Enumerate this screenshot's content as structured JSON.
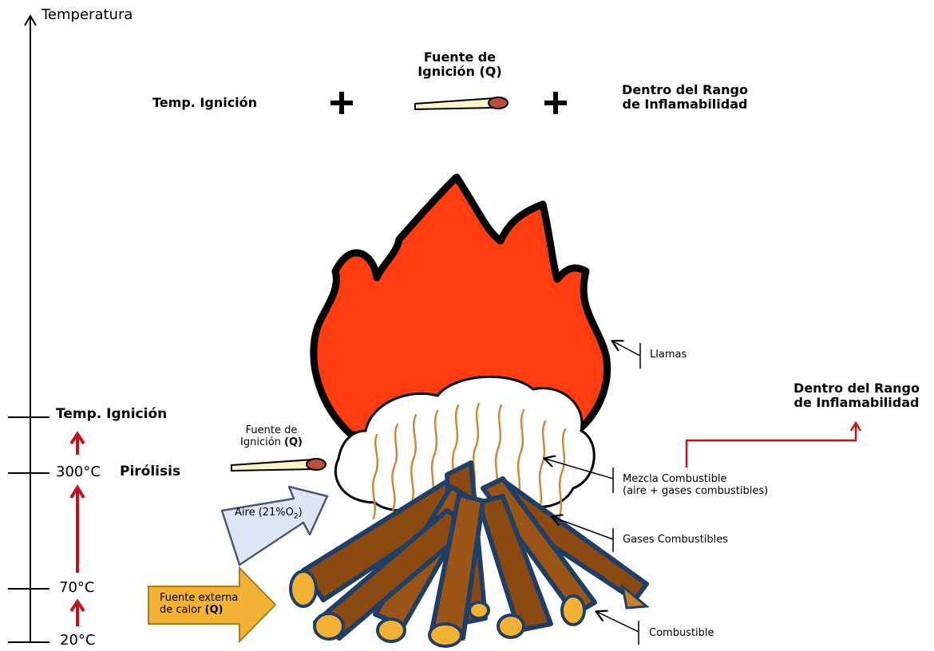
{
  "axis": {
    "title": "Temperatura"
  },
  "ticks": {
    "ignition": "Temp. Ignición",
    "t300": "300°C",
    "t70": "70°C",
    "t20": "20°C"
  },
  "stage": {
    "pyrolysis": "Pirólisis"
  },
  "top_equation": {
    "term1": "Temp. Ignición",
    "plus": "+",
    "source_line1": "Fuente de",
    "source_line2": "Ignición (Q)",
    "range_line1": "Dentro del Rango",
    "range_line2": "de Inflamabilidad"
  },
  "side_range": {
    "line1": "Dentro del Rango",
    "line2": "de Inflamabilidad"
  },
  "match_label": {
    "line1": "Fuente de",
    "line2_plain": "Ignición ",
    "line2_bold": "(Q)"
  },
  "air": {
    "label": "Aire (21%O",
    "sub": "2",
    "close": ")"
  },
  "external_heat": {
    "line1": "Fuente externa",
    "line2_plain": "de calor ",
    "line2_bold": "(Q)"
  },
  "callouts": {
    "flames": "Llamas",
    "mixture_line1": "Mezcla Combustible",
    "mixture_line2": "(aire + gases combustibles)",
    "gases": "Gases Combustibles",
    "fuel": "Combustible"
  },
  "colors": {
    "flame": "#ff3d10",
    "wood": "#8b4a12",
    "wood_dark": "#5a2a05",
    "wood_shadow": "#1f3f66",
    "arrow_red": "#c0141b",
    "heat_arrow": "#f2b233",
    "air_arrow": "#dde6f5"
  }
}
